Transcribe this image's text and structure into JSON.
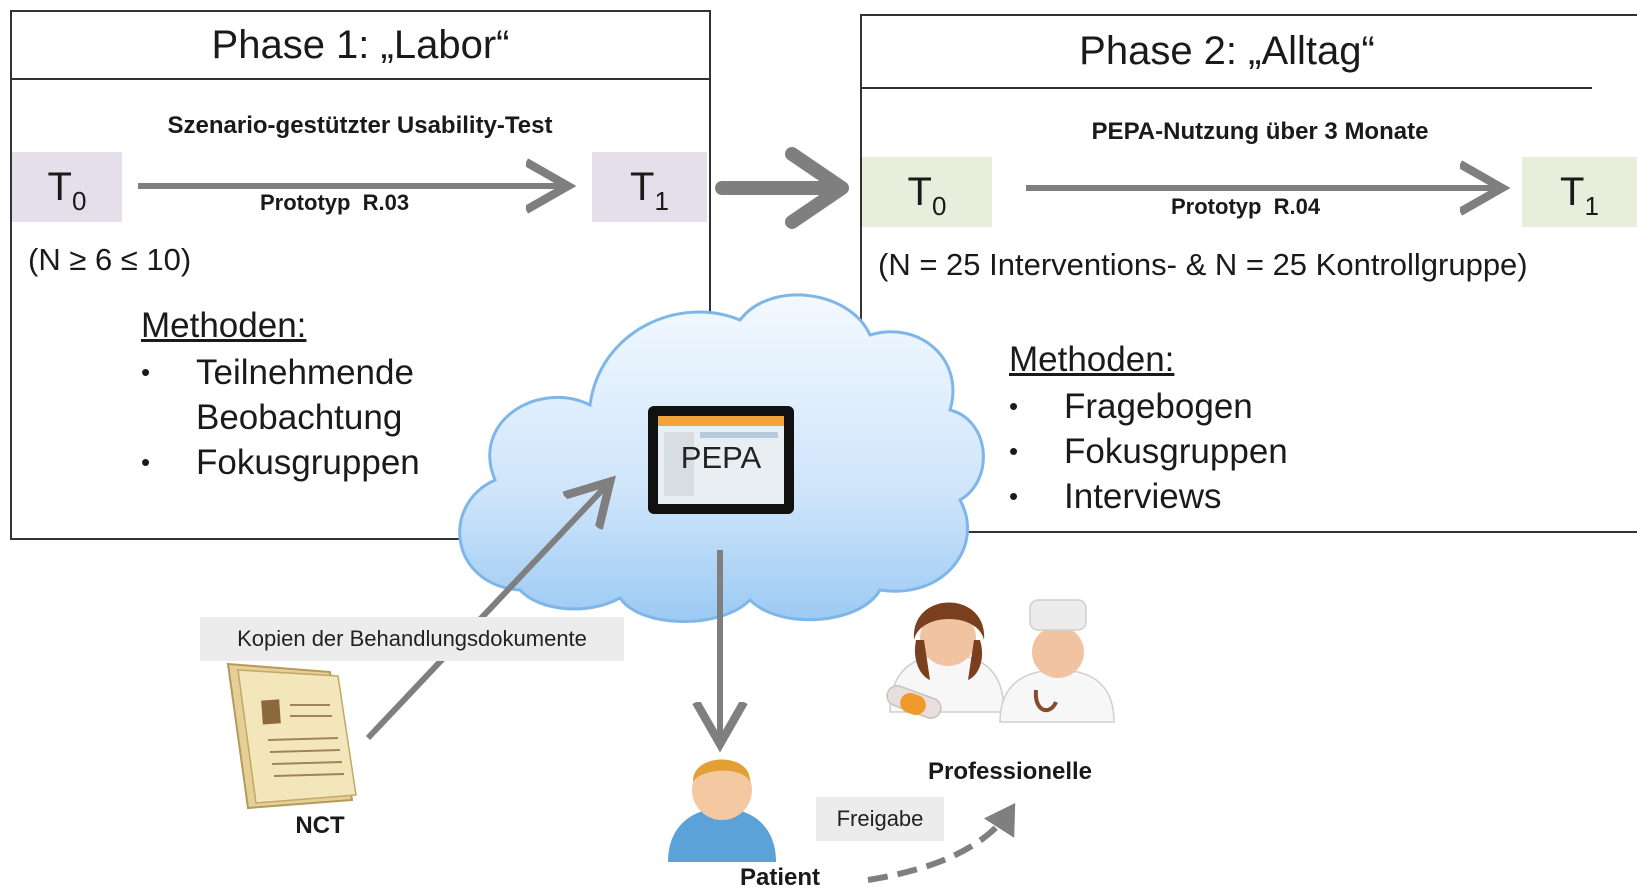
{
  "phase1": {
    "title": "Phase 1: „Labor“",
    "subtitle": "Szenario-gestützter Usability-Test",
    "t_start": "T",
    "t_start_sub": "0",
    "t_end": "T",
    "t_end_sub": "1",
    "prototype": "Prototyp  R.03",
    "sample": "(N ≥ 6 ≤ 10)",
    "methods_heading": "Methoden:",
    "methods": [
      "Teilnehmende Beobachtung",
      "Fokusgruppen"
    ]
  },
  "phase2": {
    "title": "Phase 2: „Alltag“",
    "subtitle": "PEPA-Nutzung über 3 Monate",
    "t_start": "T",
    "t_start_sub": "0",
    "t_end": "T",
    "t_end_sub": "1",
    "prototype": "Prototyp  R.04",
    "sample": "(N = 25 Interventions- & N = 25 Kontrollgruppe)",
    "methods_heading": "Methoden:",
    "methods": [
      "Fragebogen",
      "Fokusgruppen",
      "Interviews"
    ]
  },
  "cloud": {
    "label": "PEPA"
  },
  "flow": {
    "documents_label": "Kopien der Behandlungsdokumente",
    "release_label": "Freigabe",
    "nct_label": "NCT",
    "patient_label": "Patient",
    "professionals_label": "Professionelle"
  },
  "colors": {
    "phase1_t_fill": "#e4dfea",
    "phase2_t_fill": "#e9eedc",
    "arrow": "#7f7f7f",
    "callout_fill": "#ececec"
  }
}
